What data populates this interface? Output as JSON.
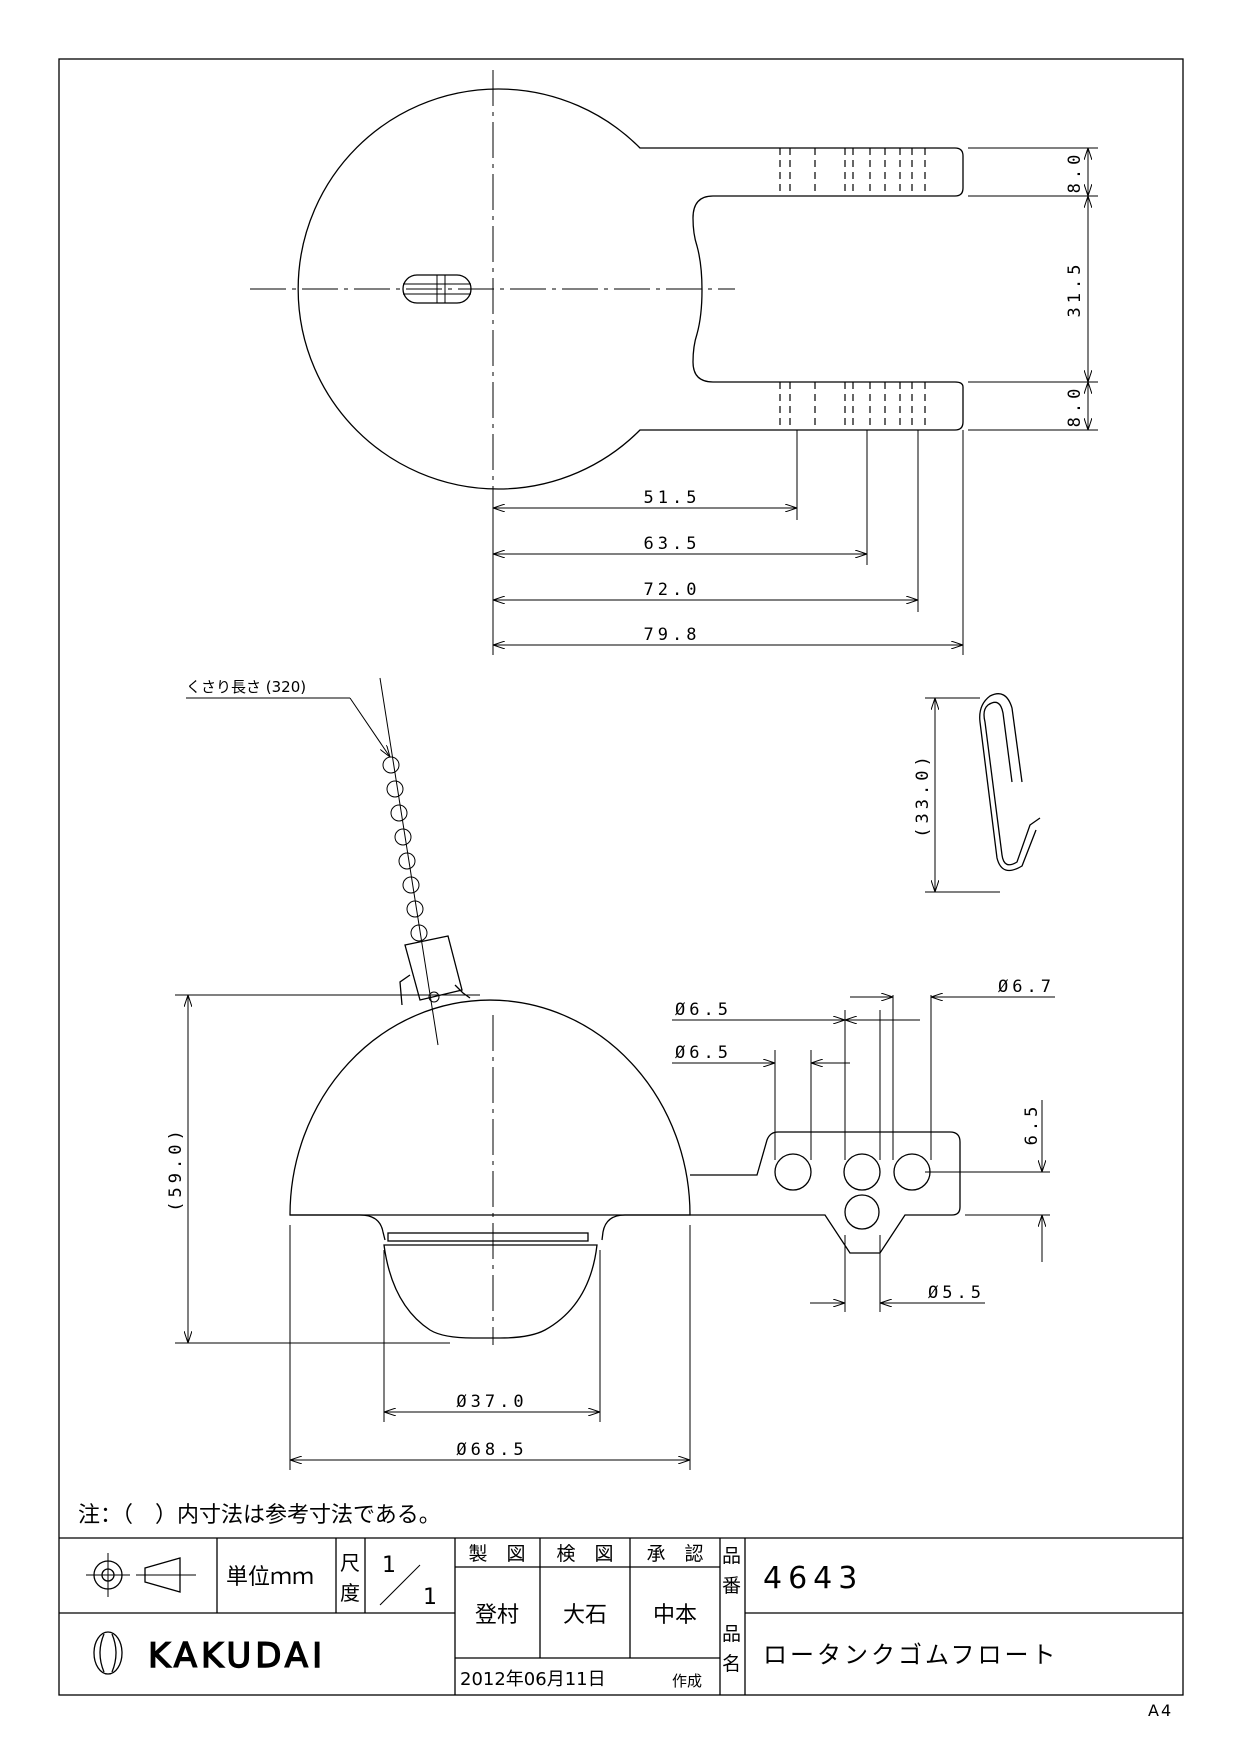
{
  "dimensions": {
    "top_width_8_upper": "8.0",
    "top_gap": "31.5",
    "top_width_8_lower": "8.0",
    "len_51_5": "51.5",
    "len_63_5": "63.5",
    "len_72_0": "72.0",
    "len_79_8": "79.8",
    "hook_height": "(33.0)",
    "height_59": "(59.0)",
    "dia_37": "Ø37.0",
    "dia_68_5": "Ø68.5",
    "hole_6_5_a": "Ø6.5",
    "hole_6_5_b": "Ø6.5",
    "hole_6_7": "Ø6.7",
    "hole_5_5": "Ø5.5",
    "pitch_6_5": "6.5"
  },
  "annotations": {
    "chain_length": "くさり長さ (320)",
    "note": "注：（　）内寸法は参考寸法である。"
  },
  "title_block": {
    "unit_label": "単位ｍｍ",
    "scale_label_1": "尺",
    "scale_label_2": "度",
    "scale_num": "1",
    "scale_den": "1",
    "role_drawn": "製　図",
    "role_checked": "検　図",
    "role_approved": "承　認",
    "name_drawn": "登村",
    "name_checked": "大石",
    "name_approved": "中本",
    "date": "2012年06月11日",
    "created": "作成",
    "part_no_label_1": "品",
    "part_no_label_2": "番",
    "part_no": "4643",
    "part_name_label_1": "品",
    "part_name_label_2": "名",
    "part_name": "ロータンクゴムフロート",
    "brand": "KAKUDAI",
    "sheet_size": "A4"
  }
}
